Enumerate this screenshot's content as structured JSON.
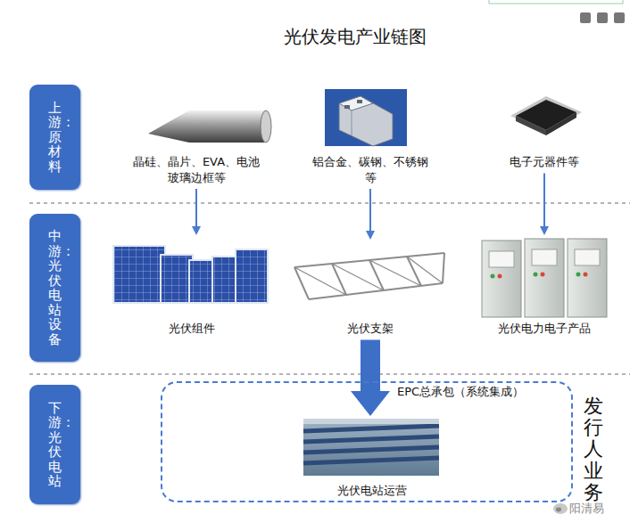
{
  "diagram": {
    "title": "光伏发电产业链图",
    "nodes": [
      {
        "text": [
          "上游：原材料"
        ]
      },
      {
        "text": [
          "晶硅、晶片、EVA、电池玻璃边框等"
        ]
      },
      {
        "text": [
          "铝合金、碳钢、不锈钢等"
        ]
      },
      {
        "text": [
          "电子元器件等"
        ]
      },
      {
        "text": [
          "中游：光伏电站设备"
        ]
      },
      {
        "text": [
          "光伏组件"
        ]
      },
      {
        "text": [
          "光伏支架"
        ]
      },
      {
        "text": [
          "光伏电力电子产品"
        ]
      },
      {
        "text": [
          "下游：光伏电站"
        ]
      },
      {
        "text": [
          "发行人业务"
        ]
      },
      {
        "text": [
          "光伏电站运营"
        ],
        "in": 9
      }
    ],
    "edges": [
      {
        "from": 1,
        "to": 5,
        "arrow": "to"
      },
      {
        "from": 2,
        "to": 6,
        "arrow": "to"
      },
      {
        "from": 3,
        "to": 7,
        "arrow": "to"
      },
      {
        "from": 6,
        "to": 10,
        "label": "EPC总承包（系统集成）",
        "arrow": "to"
      }
    ],
    "labels": [
      "阳清易"
    ]
  }
}
